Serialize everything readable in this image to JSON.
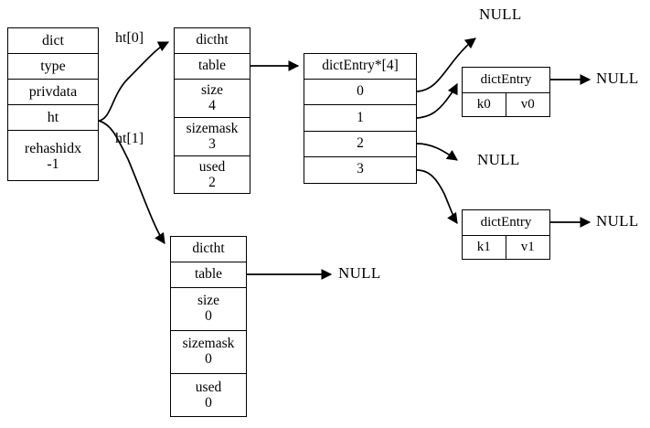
{
  "diagram": {
    "title": "redis dict / dictht / dictEntry structure",
    "stroke_color": "#000000",
    "background_color": "#ffffff"
  },
  "dict_struct": {
    "name": "dict",
    "fields": [
      {
        "label": "type",
        "value": ""
      },
      {
        "label": "privdata",
        "value": ""
      },
      {
        "label": "ht",
        "value": ""
      },
      {
        "label": "rehashidx",
        "value": "-1"
      }
    ]
  },
  "pointer_labels": {
    "ht0": "ht[0]",
    "ht1": "ht[1]"
  },
  "dictht0": {
    "name": "dictht",
    "fields": [
      {
        "label": "table",
        "value": ""
      },
      {
        "label": "size",
        "value": "4"
      },
      {
        "label": "sizemask",
        "value": "3"
      },
      {
        "label": "used",
        "value": "2"
      }
    ]
  },
  "dictht1": {
    "name": "dictht",
    "fields": [
      {
        "label": "table",
        "value": ""
      },
      {
        "label": "size",
        "value": "0"
      },
      {
        "label": "sizemask",
        "value": "0"
      },
      {
        "label": "used",
        "value": "0"
      }
    ]
  },
  "bucket_array": {
    "name": "dictEntry*[4]",
    "slots": [
      "0",
      "1",
      "2",
      "3"
    ]
  },
  "entries": [
    {
      "name": "dictEntry",
      "key": "k0",
      "value": "v0",
      "next": "NULL"
    },
    {
      "name": "dictEntry",
      "key": "k1",
      "value": "v1",
      "next": "NULL"
    }
  ],
  "null_labels": {
    "slot0": "NULL",
    "slot2": "NULL",
    "entry0_next": "NULL",
    "entry1_next": "NULL",
    "dictht1_table": "NULL"
  }
}
